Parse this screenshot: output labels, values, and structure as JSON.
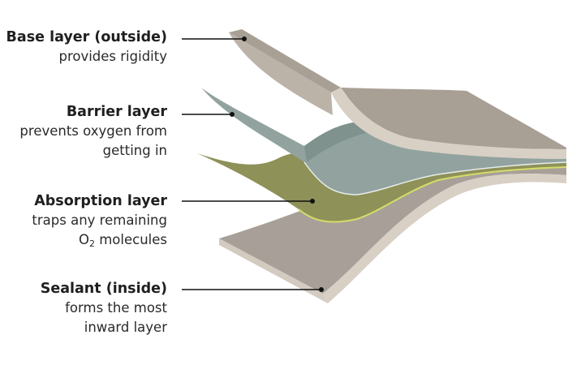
{
  "layers": [
    {
      "id": "base",
      "title": "Base layer (outside)",
      "description": [
        "provides rigidity"
      ],
      "color": "#a89f95"
    },
    {
      "id": "barrier",
      "title": "Barrier layer",
      "description": [
        "prevents oxygen from",
        "getting in"
      ],
      "color": "#92a39f"
    },
    {
      "id": "absorption",
      "title": "Absorption layer",
      "description": [
        "traps any remaining",
        "O",
        "2",
        " molecules"
      ],
      "color": "#8e9158"
    },
    {
      "id": "sealant",
      "title": "Sealant (inside)",
      "description": [
        "forms the most",
        "inward layer"
      ],
      "color": "#a8a098"
    }
  ],
  "colors": {
    "edge": "#d8d0c5",
    "leader_line": "#111111",
    "absorption_edge": "#d4dc6a"
  }
}
